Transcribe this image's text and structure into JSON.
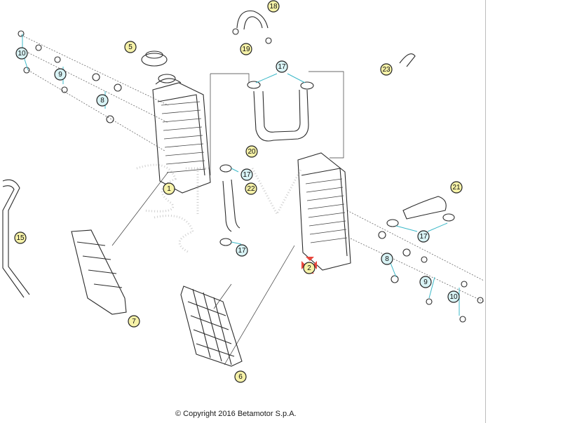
{
  "copyright": "© Copyright 2016 Betamotor S.p.A.",
  "colors": {
    "callout_fill": "#f6f2a8",
    "callout_fill_multi": "#d8f3f5",
    "callout_outline_multi": "#3bb8c8",
    "selected_marker": "#e8463c",
    "line": "#2b2b2b",
    "watermark": "#c9c9c9"
  },
  "callouts": [
    {
      "id": "c18",
      "number": "18",
      "style": "single"
    },
    {
      "id": "c19",
      "number": "19",
      "style": "single"
    },
    {
      "id": "c5",
      "number": "5",
      "style": "single"
    },
    {
      "id": "c10a",
      "number": "10",
      "style": "multi"
    },
    {
      "id": "c9a",
      "number": "9",
      "style": "multi"
    },
    {
      "id": "c8a",
      "number": "8",
      "style": "multi"
    },
    {
      "id": "c17a",
      "number": "17",
      "style": "multi"
    },
    {
      "id": "c23",
      "number": "23",
      "style": "single"
    },
    {
      "id": "c20",
      "number": "20",
      "style": "single"
    },
    {
      "id": "c17b",
      "number": "17",
      "style": "multi"
    },
    {
      "id": "c1",
      "number": "1",
      "style": "single"
    },
    {
      "id": "c22",
      "number": "22",
      "style": "single"
    },
    {
      "id": "c21",
      "number": "21",
      "style": "single"
    },
    {
      "id": "c15",
      "number": "15",
      "style": "single"
    },
    {
      "id": "c17c",
      "number": "17",
      "style": "multi"
    },
    {
      "id": "c17d",
      "number": "17",
      "style": "multi"
    },
    {
      "id": "c2",
      "number": "2",
      "style": "selected"
    },
    {
      "id": "c8b",
      "number": "8",
      "style": "multi"
    },
    {
      "id": "c9b",
      "number": "9",
      "style": "multi"
    },
    {
      "id": "c10b",
      "number": "10",
      "style": "multi"
    },
    {
      "id": "c7",
      "number": "7",
      "style": "single"
    },
    {
      "id": "c6",
      "number": "6",
      "style": "single"
    }
  ]
}
